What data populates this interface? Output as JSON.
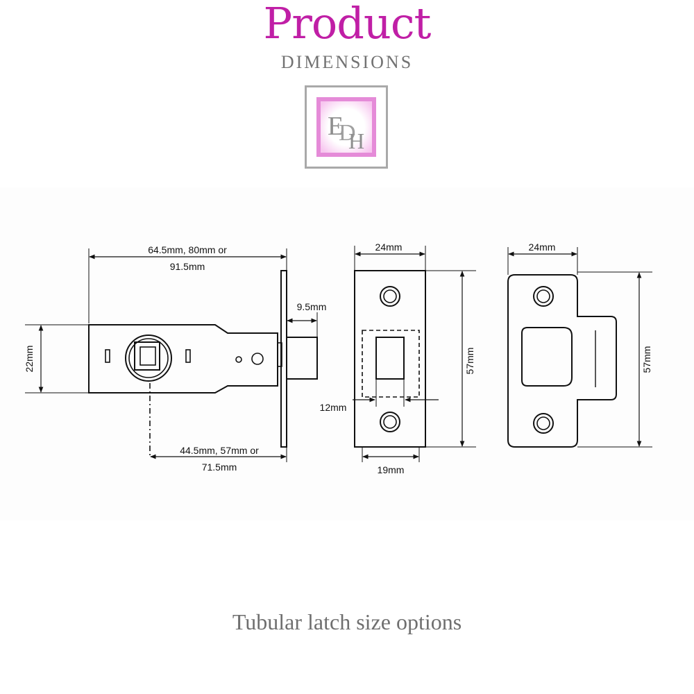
{
  "header": {
    "title": "Product",
    "subtitle": "DIMENSIONS"
  },
  "logo": {
    "monogram": "EDH"
  },
  "colors": {
    "accent": "#c01fa6",
    "heading_grey": "#727272",
    "line": "#111111"
  },
  "diagram": {
    "latch": {
      "length_line1": "64.5mm, 80mm or",
      "length_line2": "91.5mm",
      "height": "22mm",
      "bolt_projection": "9.5mm",
      "backset_line1": "44.5mm, 57mm or",
      "backset_line2": "71.5mm"
    },
    "forend": {
      "width": "24mm",
      "height": "57mm",
      "bolt_width": "12mm",
      "inner_width": "19mm"
    },
    "strike": {
      "width": "24mm",
      "height": "57mm"
    }
  },
  "caption": "Tubular latch size options"
}
